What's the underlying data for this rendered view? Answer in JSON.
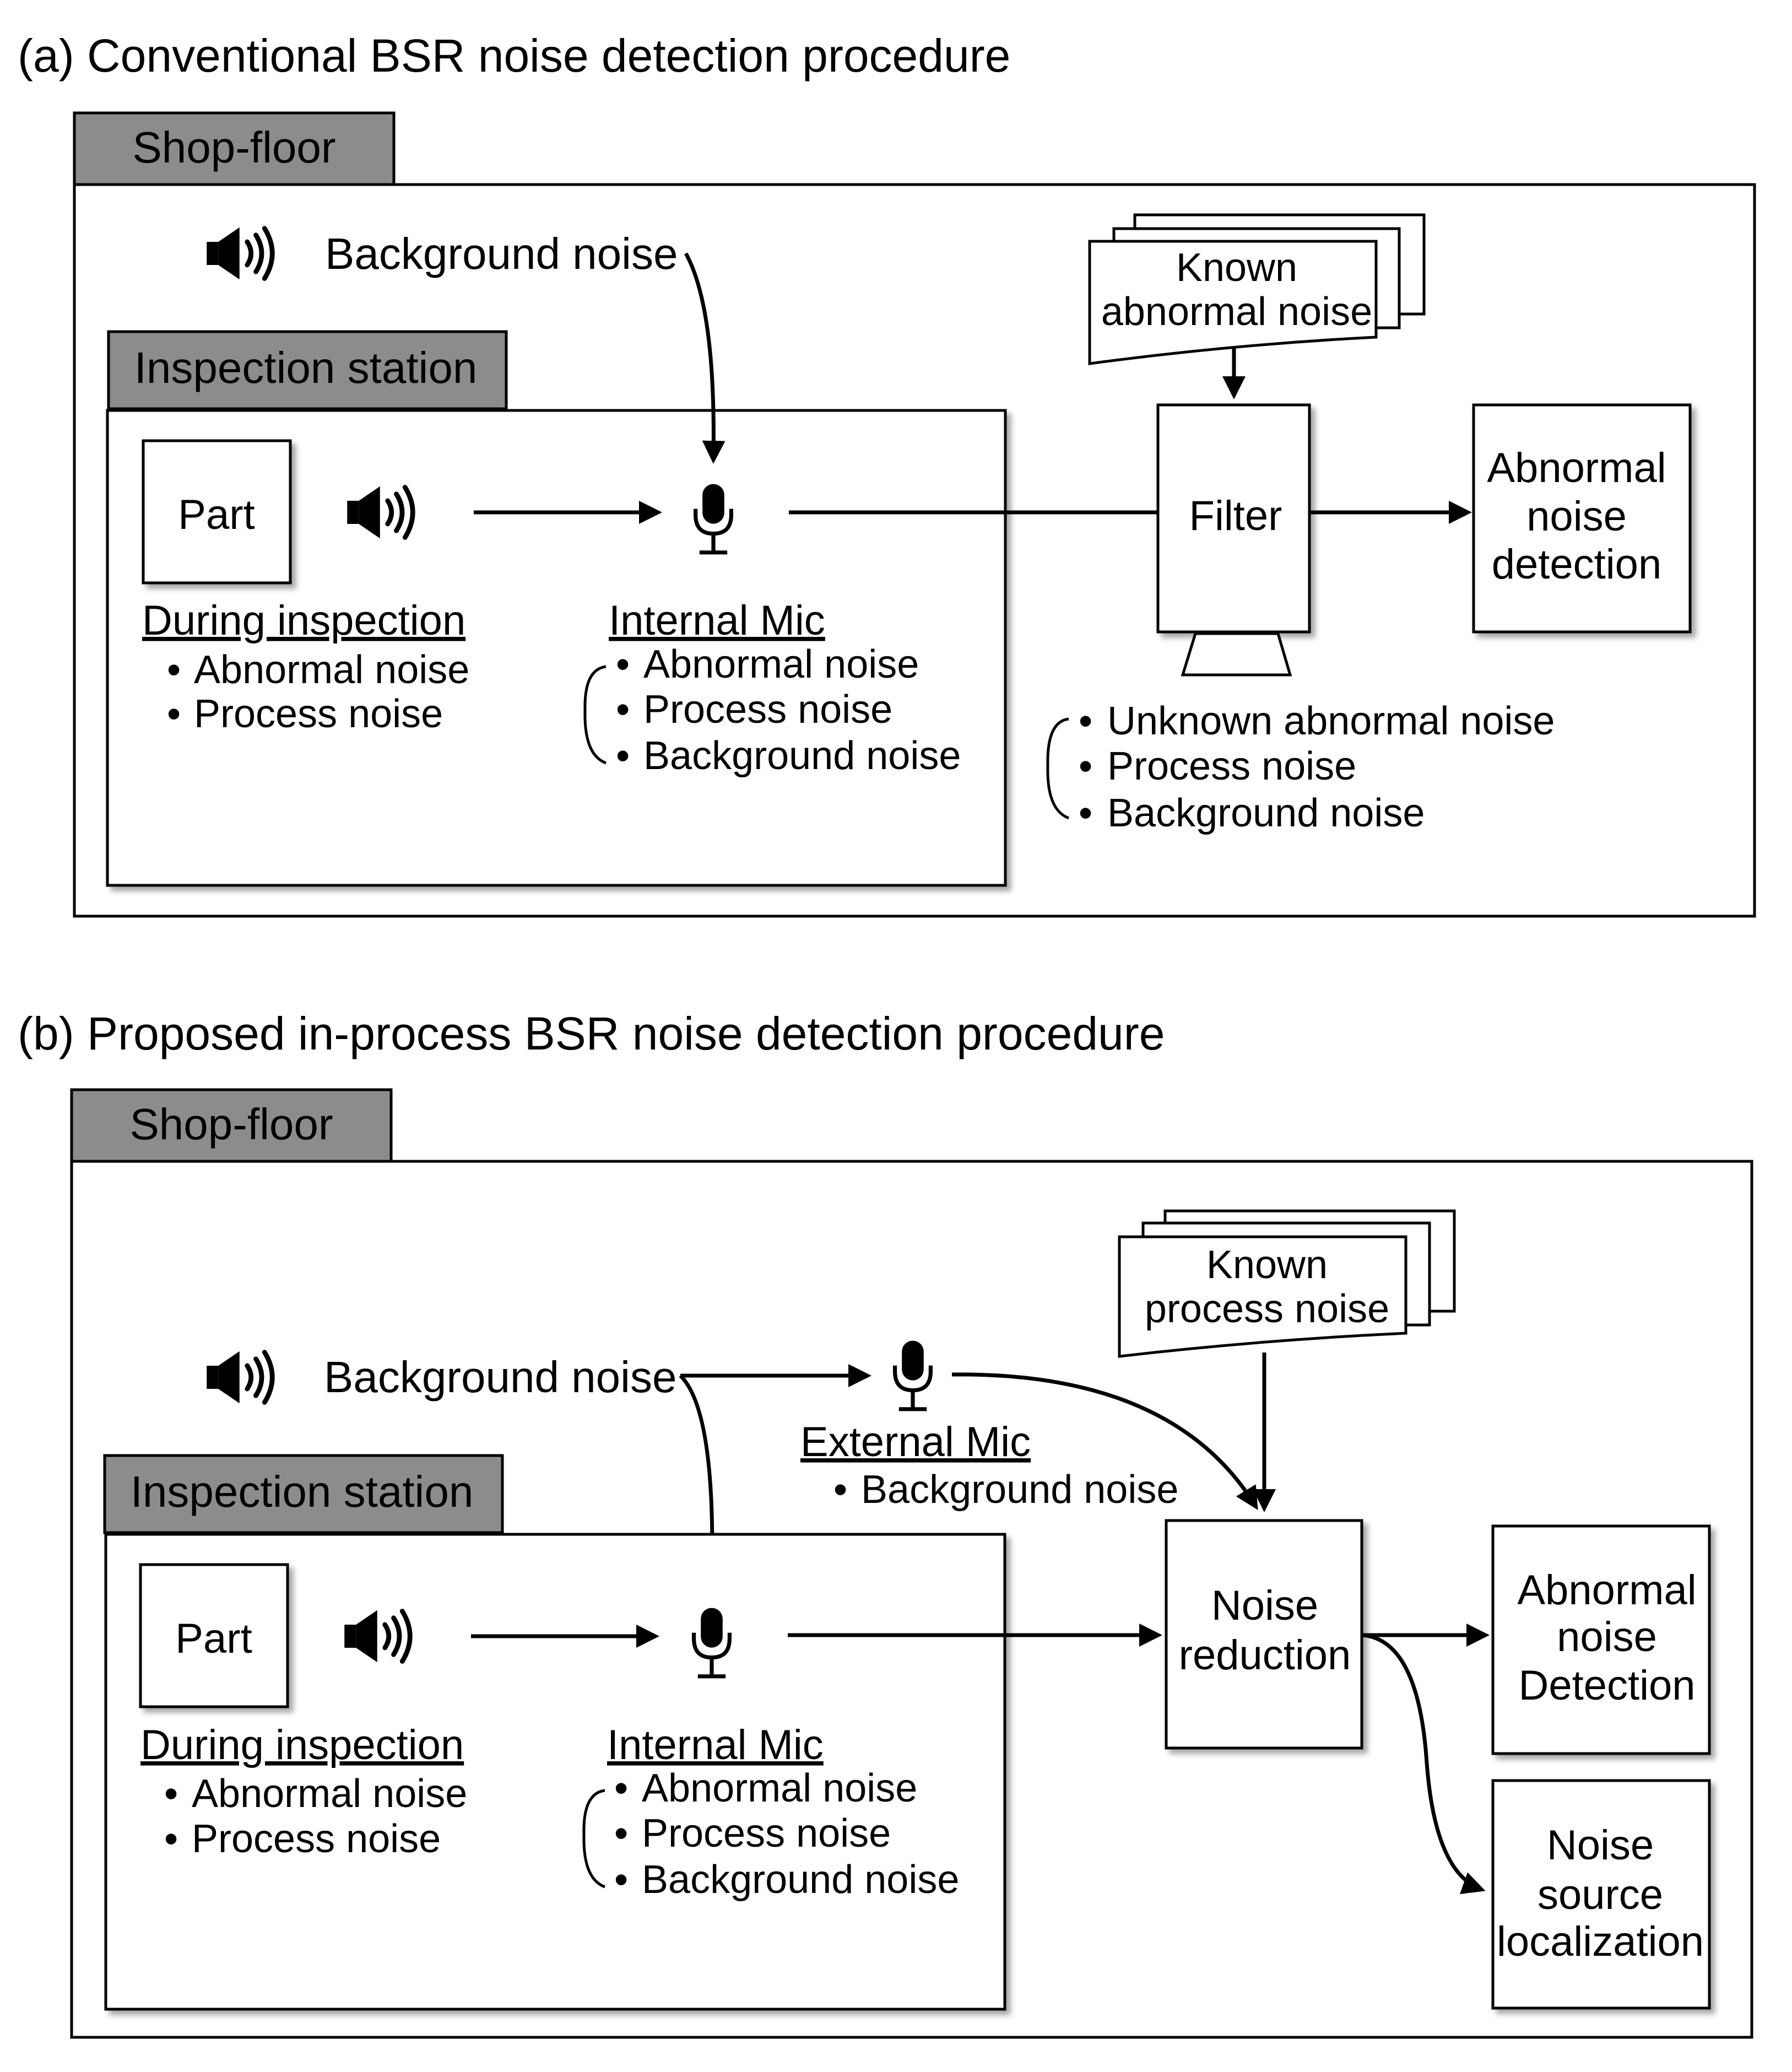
{
  "panel_a": {
    "title": "(a) Conventional  BSR noise detection procedure",
    "shop_floor_label": "Shop-floor",
    "background_noise_label": "Background noise",
    "inspection_station_label": "Inspection station",
    "part_label": "Part",
    "during_inspection": {
      "heading": "During inspection",
      "items": [
        "Abnormal noise",
        "Process noise"
      ]
    },
    "internal_mic": {
      "heading": "Internal  Mic",
      "items": [
        "Abnormal noise",
        "Process noise",
        "Background noise"
      ]
    },
    "known_noise_doc": [
      "Known",
      "abnormal noise"
    ],
    "filter_label": "Filter",
    "filter_output_items": [
      "Unknown  abnormal noise",
      "Process noise",
      "Background noise"
    ],
    "result_box": [
      "Abnormal",
      "noise",
      "detection"
    ]
  },
  "panel_b": {
    "title": "(b) Proposed in-process BSR noise detection procedure",
    "shop_floor_label": "Shop-floor",
    "background_noise_label": "Background noise",
    "external_mic": {
      "heading": "External Mic",
      "items": [
        "Background noise"
      ]
    },
    "inspection_station_label": "Inspection station",
    "part_label": "Part",
    "during_inspection": {
      "heading": "During inspection",
      "items": [
        "Abnormal noise",
        "Process noise"
      ]
    },
    "internal_mic": {
      "heading": "Internal  Mic",
      "items": [
        "Abnormal noise",
        "Process noise",
        "Background noise"
      ]
    },
    "known_noise_doc": [
      "Known",
      "process noise"
    ],
    "noise_reduction_box": [
      "Noise",
      "reduction"
    ],
    "detection_box": [
      "Abnormal",
      "noise",
      "Detection"
    ],
    "localization_box": [
      "Noise",
      "source",
      "localization"
    ]
  },
  "icons": [
    "speaker-icon",
    "microphone-icon",
    "document-stack-icon"
  ]
}
